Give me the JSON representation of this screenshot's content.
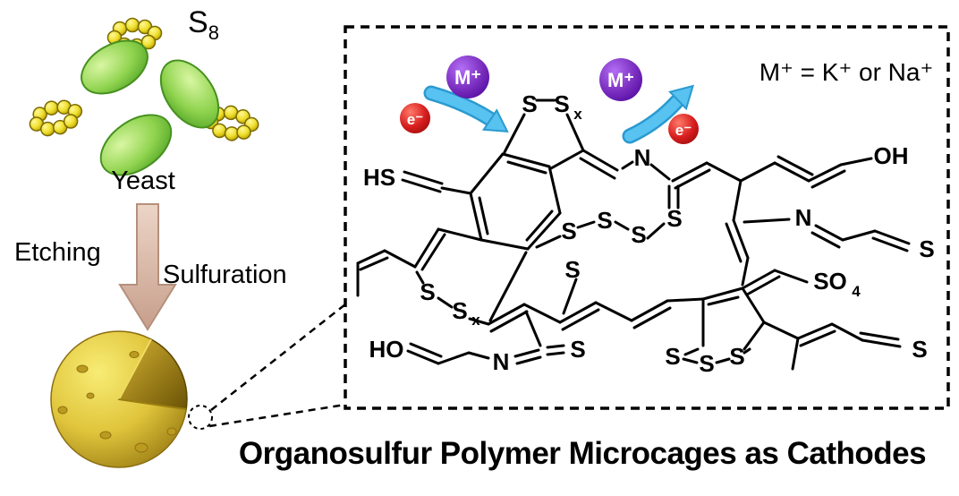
{
  "scene": {
    "s8_label": {
      "base": "S",
      "sub": "8"
    },
    "yeast_label": "Yeast",
    "etching_label": "Etching",
    "sulfuration_label": "Sulfuration",
    "caption": "Organosulfur Polymer Microcages as Cathodes"
  },
  "reaction": {
    "cation_note": "M⁺ = K⁺ or Na⁺",
    "cation_symbol": "M⁺",
    "electron_symbol": "e⁻"
  },
  "molecule": {
    "labels": [
      "S",
      "S",
      "x",
      "HS",
      "N",
      "OH",
      "N",
      "S",
      "S",
      "S",
      "S",
      "S",
      "S",
      "S",
      "S",
      "x",
      "SO",
      "4",
      "HO",
      "N",
      "S",
      "S",
      "S",
      "S",
      "S"
    ]
  },
  "colors": {
    "sulfur_yellow": "#f0e132",
    "yeast_green": "#8fd34e",
    "cation_purple": "#7b2fc0",
    "electron_red": "#d81f1f",
    "flow_blue": "#58c2f1",
    "microcage_gold": "#dfc23a"
  }
}
